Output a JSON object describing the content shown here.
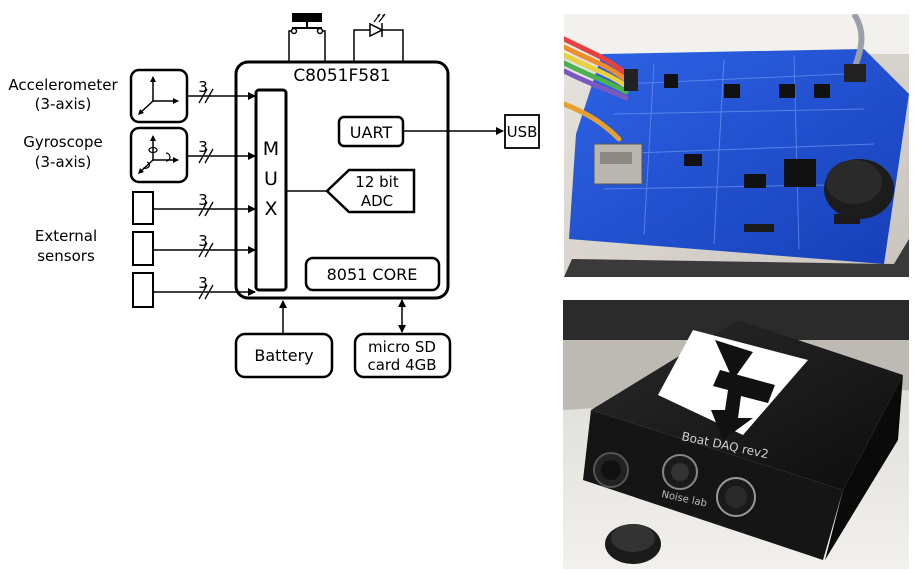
{
  "block_diagram": {
    "mcu_label": "C8051F581",
    "sensors": {
      "accelerometer": [
        "Accelerometer",
        "(3-axis)"
      ],
      "gyroscope": [
        "Gyroscope",
        "(3-axis)"
      ],
      "external": [
        "External",
        "sensors"
      ]
    },
    "bus_width": "3",
    "mux_letters": [
      "M",
      "U",
      "X"
    ],
    "uart_label": "UART",
    "usb_label": "USB",
    "adc_label": [
      "12 bit",
      "ADC"
    ],
    "core_label": "8051 CORE",
    "battery_label": "Battery",
    "sd_label": [
      "micro SD",
      "card 4GB"
    ]
  },
  "photos": {
    "pcb": {
      "subject": "blue PCB prototype board"
    },
    "enclosure": {
      "subject": "black aluminium enclosure",
      "engraving": [
        "Boat DAQ rev2",
        "Noise lab"
      ]
    }
  },
  "colors": {
    "pcb_blue": "#1f52d8",
    "enclosure_black": "#141414",
    "line": "#000000"
  }
}
